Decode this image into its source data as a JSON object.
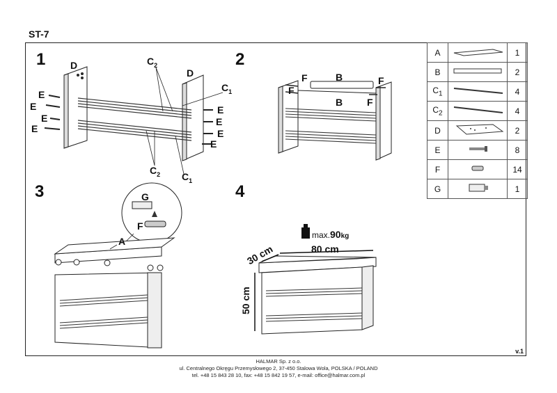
{
  "title": "ST-7",
  "steps": [
    "1",
    "2",
    "3",
    "4"
  ],
  "step1": {
    "D_left": "D",
    "D_right": "D",
    "C2_top": "C",
    "C2_top_sub": "2",
    "C1_top": "C",
    "C1_top_sub": "1",
    "C2_bottom": "C",
    "C2_bottom_sub": "2",
    "C1_bottom": "C",
    "C1_bottom_sub": "1",
    "E": "E"
  },
  "step2": {
    "F": "F",
    "B": "B"
  },
  "step3": {
    "A": "A",
    "G": "G",
    "F": "F"
  },
  "step4": {
    "max_prefix": "max.",
    "max_value": "90",
    "max_unit": "kg",
    "width": "80 cm",
    "depth": "30 cm",
    "height": "50 cm"
  },
  "parts": [
    {
      "id": "A",
      "sub": "",
      "icon": "panel-a-icon",
      "qty": "1"
    },
    {
      "id": "B",
      "sub": "",
      "icon": "rail-b-icon",
      "qty": "2"
    },
    {
      "id": "C",
      "sub": "1",
      "icon": "rod-c1-icon",
      "qty": "4"
    },
    {
      "id": "C",
      "sub": "2",
      "icon": "rod-c2-icon",
      "qty": "4"
    },
    {
      "id": "D",
      "sub": "",
      "icon": "side-panel-d-icon",
      "qty": "2"
    },
    {
      "id": "E",
      "sub": "",
      "icon": "screw-e-icon",
      "qty": "8"
    },
    {
      "id": "F",
      "sub": "",
      "icon": "dowel-f-icon",
      "qty": "14"
    },
    {
      "id": "G",
      "sub": "",
      "icon": "connector-g-icon",
      "qty": "1"
    }
  ],
  "version": "v.1",
  "footer": {
    "company": "HALMAR Sp. z o.o.",
    "address": "ul. Centralnego Okręgu Przemysłowego 2, 37-450 Stalowa Wola, POLSKA / POLAND",
    "contact": "tel. +48 15 843 28 10, fax: +48 15 842 19 57, e-mail: office@halmar.com.pl"
  }
}
